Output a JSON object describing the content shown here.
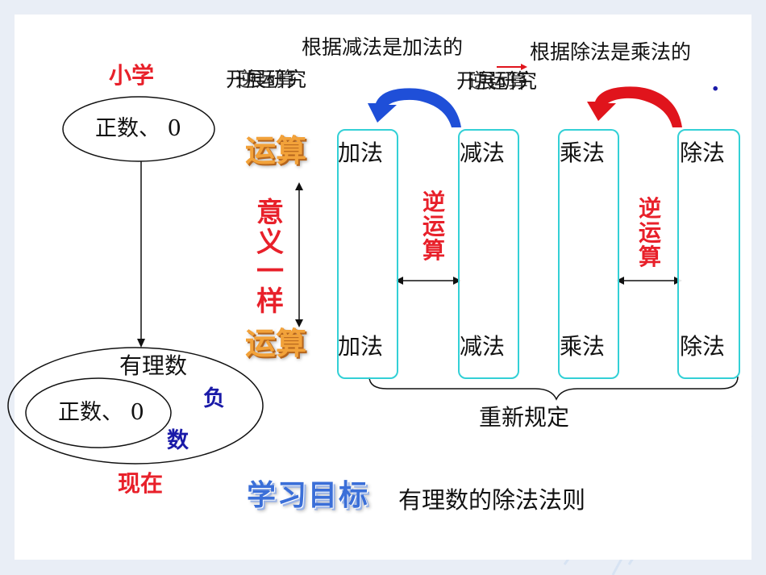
{
  "left": {
    "top_label": "小学",
    "oval_top_text": "正数、 0",
    "outer_oval_label": "有理数",
    "inner_oval_text": "正数、 0",
    "negative_vertical": [
      "负",
      "数"
    ],
    "bottom_label": "现在"
  },
  "notes": {
    "left_line1": "根据减法是加法的",
    "left_line2_a": "开展研究",
    "left_line2_b": "逆运算",
    "right_line1": "根据除法是乘法的",
    "right_line2_a": "开展研究",
    "right_line2_b": "逆运算",
    "dot": "."
  },
  "center": {
    "operation_label": "运算",
    "meaning_vertical": [
      "意",
      "义",
      "一",
      "样"
    ]
  },
  "boxes": {
    "top": [
      "加法",
      "减法",
      "乘法",
      "除法"
    ],
    "bottom": [
      "加法",
      "减法",
      "乘法",
      "除法"
    ],
    "inverse_vertical": [
      "逆",
      "运",
      "算"
    ],
    "brace_label": "重新规定"
  },
  "footer": {
    "goal_label": "学习目标",
    "goal_text": "有理数的除法法则"
  },
  "colors": {
    "red": "#e8202a",
    "blue": "#1a1aa8",
    "box_border": "#33d0d6",
    "arrow_blue": "#1f4fd8",
    "arrow_red": "#e0141c",
    "op_gold": "#f2a23a"
  }
}
